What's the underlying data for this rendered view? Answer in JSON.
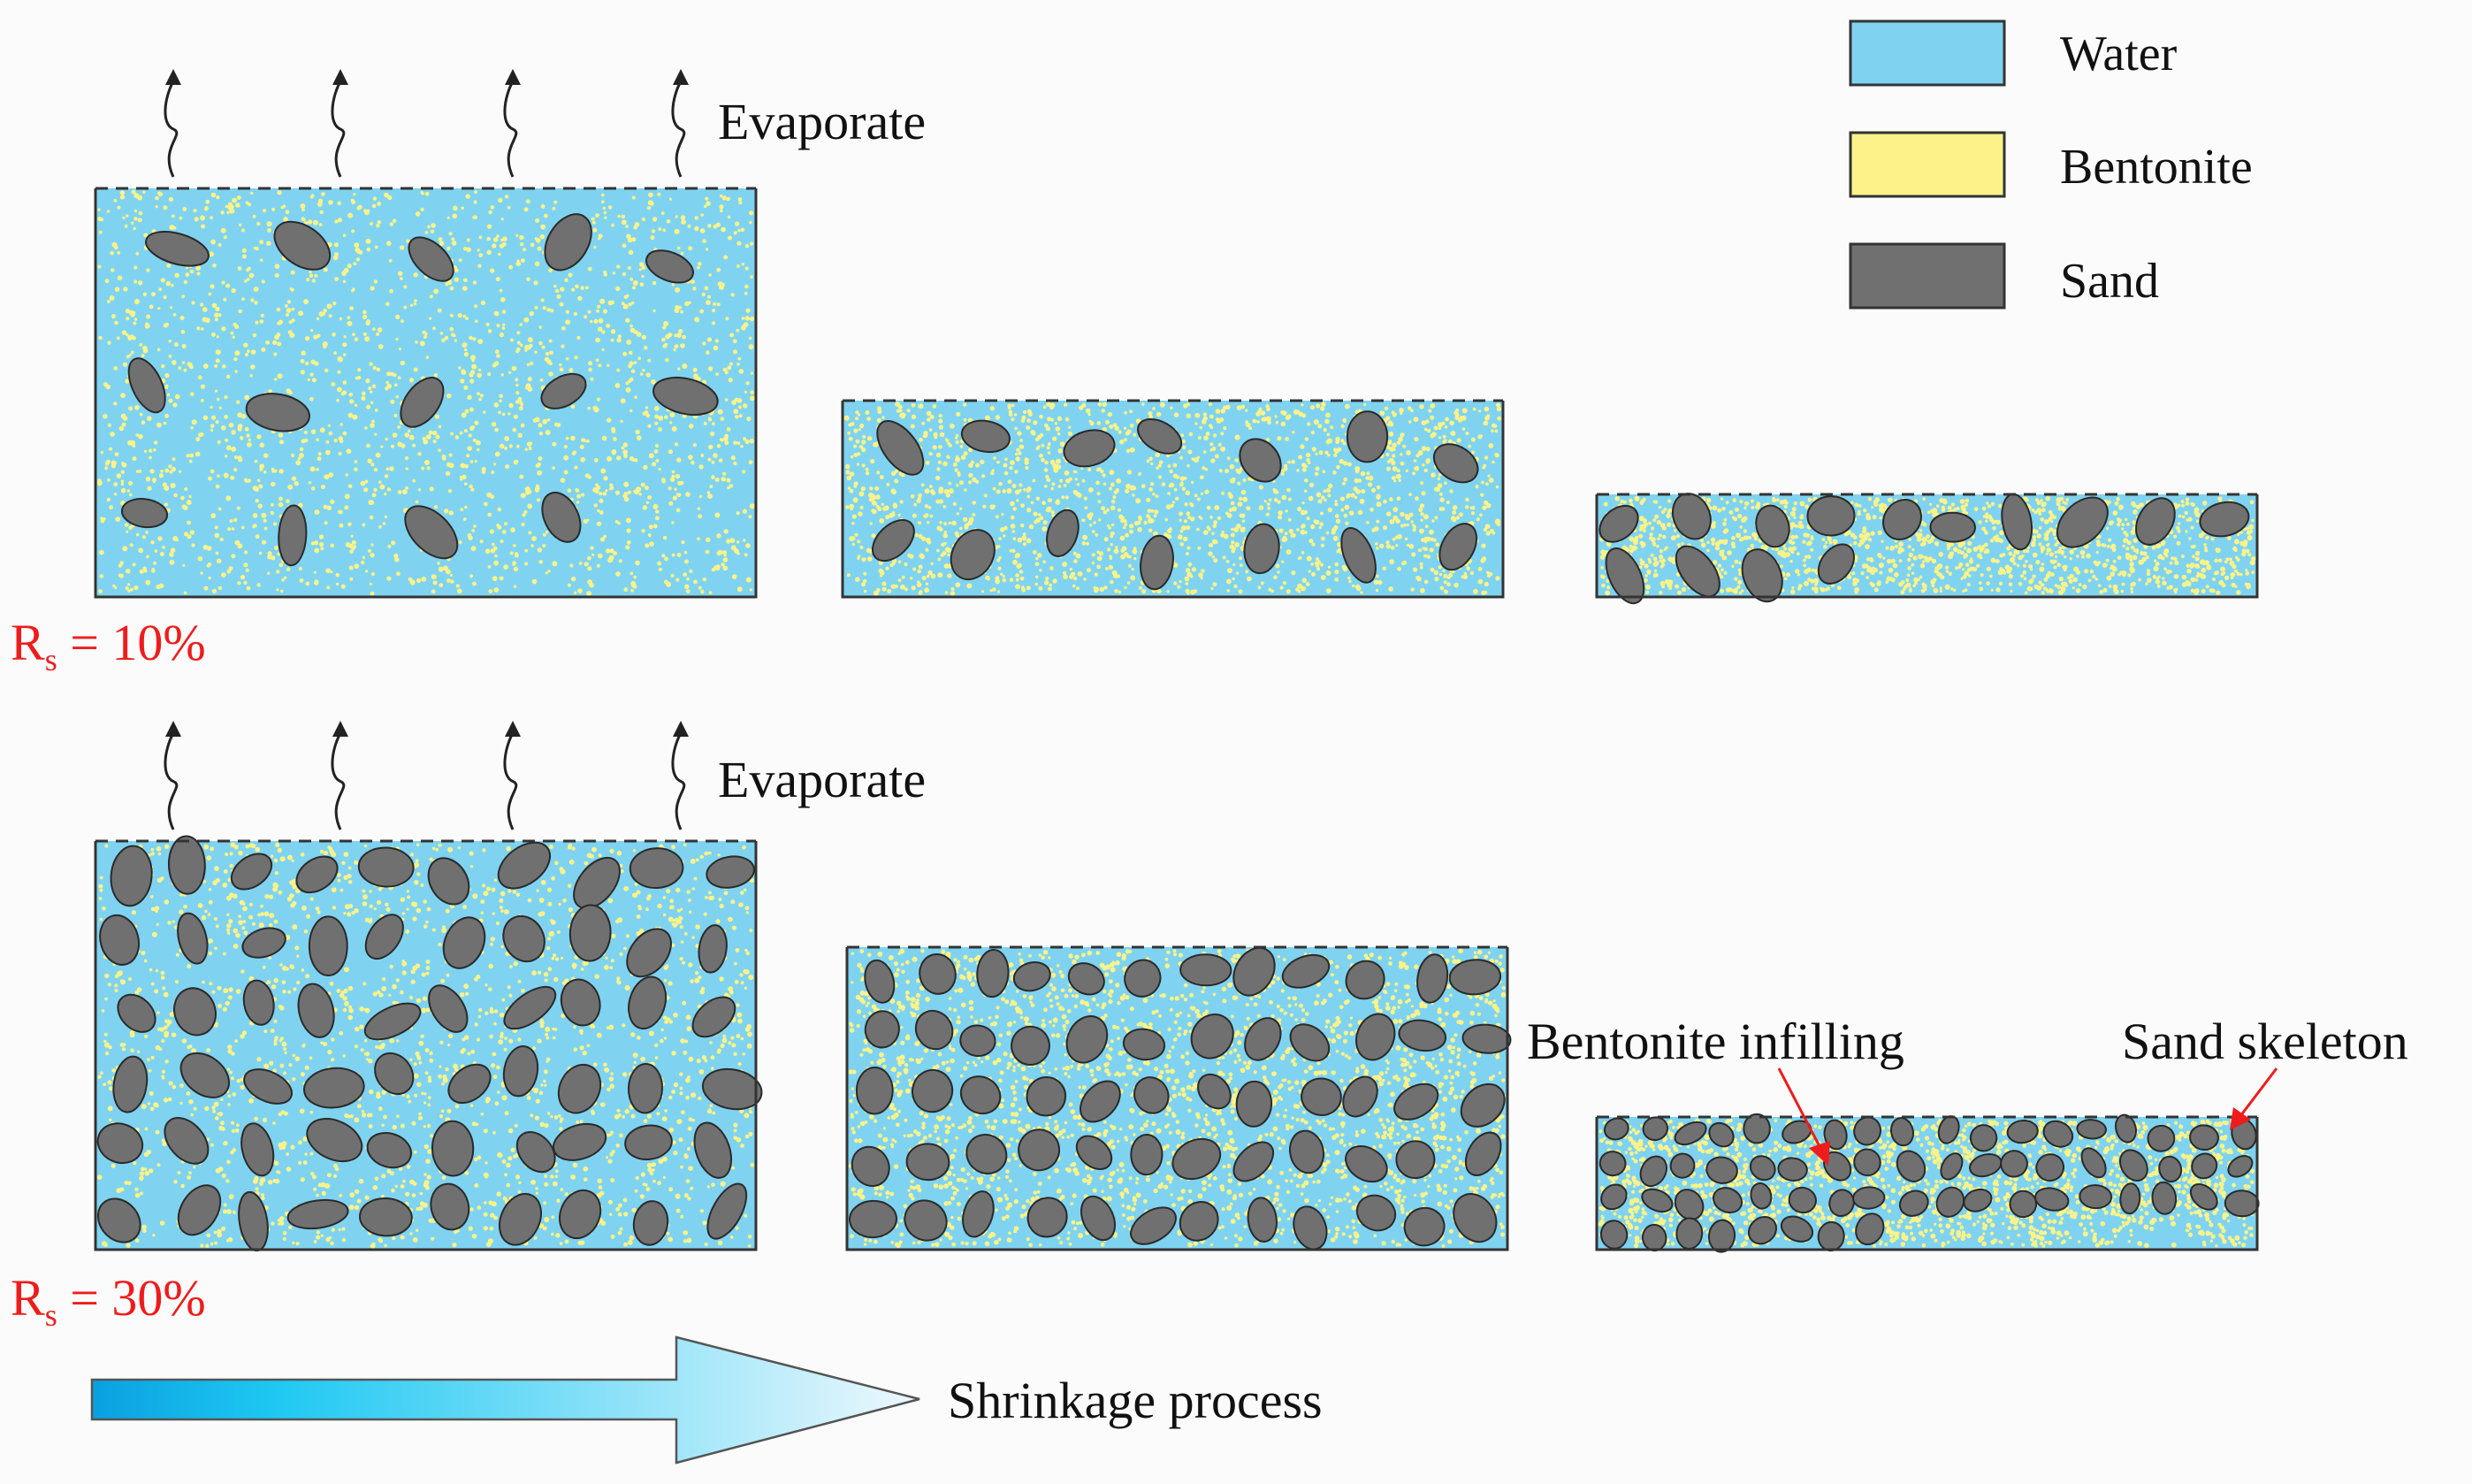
{
  "colors": {
    "water": "#7fd3f0",
    "bentonite": "#fbf38a",
    "sand": "#707070",
    "outline": "#333333",
    "rs_label": "#ee1c1c",
    "annotation_arrow": "#ee1c1c",
    "evaporate_arrow": "#222222",
    "process_arrow_start": "#0aa0e0",
    "process_arrow_end": "#eef8fd"
  },
  "legend": {
    "water": "Water",
    "bentonite": "Bentonite",
    "sand": "Sand"
  },
  "rows": [
    {
      "id": "rs10",
      "rs_symbol": "R",
      "rs_subscript": "s",
      "rs_value": " = 10%",
      "evaporate_label": "Evaporate",
      "stages": [
        "initial",
        "intermediate",
        "final"
      ]
    },
    {
      "id": "rs30",
      "rs_symbol": "R",
      "rs_subscript": "s",
      "rs_value": " = 30%",
      "evaporate_label": "Evaporate",
      "stages": [
        "initial",
        "intermediate",
        "final"
      ]
    }
  ],
  "annotations": {
    "bentonite_infilling": "Bentonite  infilling",
    "sand_skeleton": "Sand skeleton"
  },
  "process_arrow": {
    "label": "Shrinkage  process"
  }
}
